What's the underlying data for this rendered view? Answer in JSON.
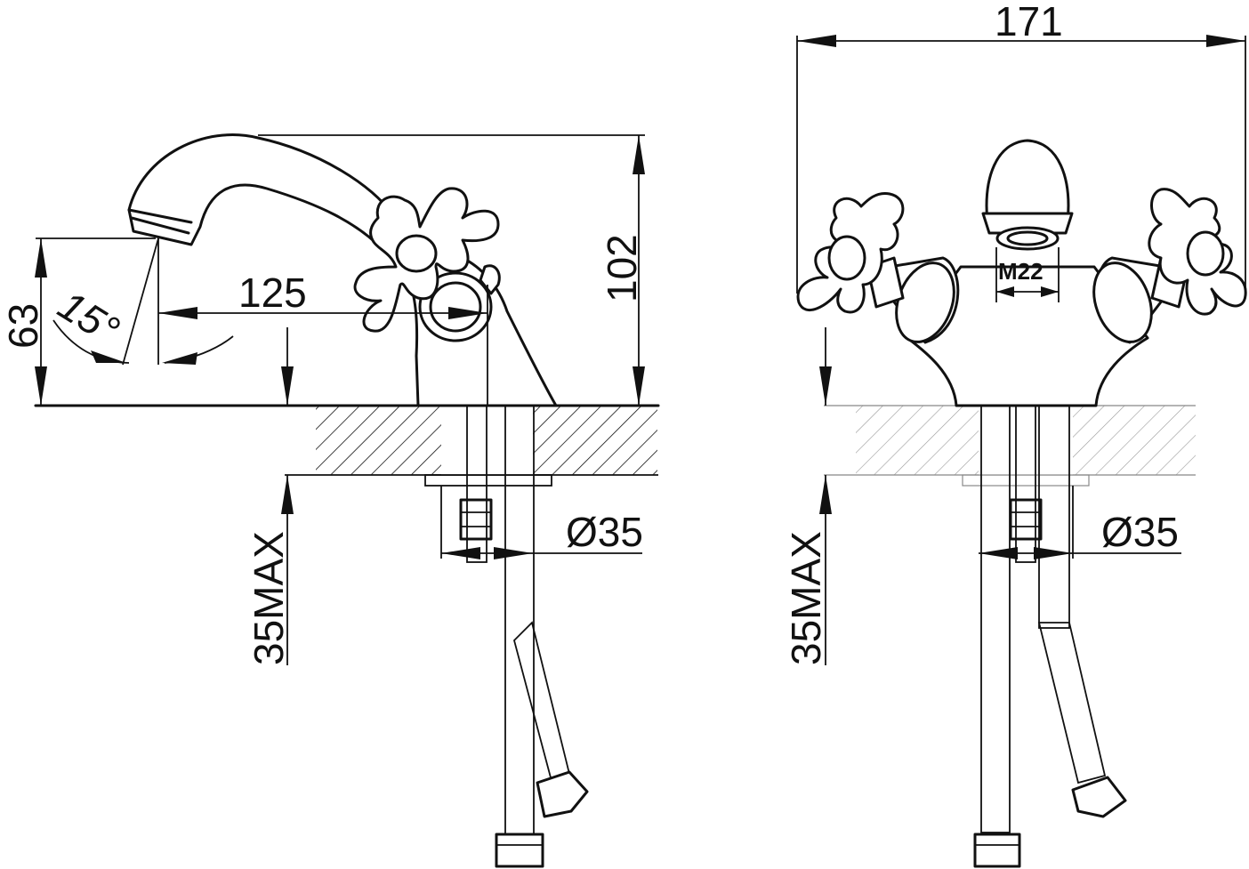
{
  "dimensions": {
    "side_height_total": "102",
    "spout_reach": "125",
    "spout_height": "63",
    "spout_angle": "15°",
    "max_deck_thickness_side": "35MAX",
    "hole_diameter_side": "Ø35",
    "overall_width": "171",
    "thread_size": "M22",
    "max_deck_thickness_front": "35MAX",
    "hole_diameter_front": "Ø35"
  },
  "colors": {
    "line": "#111111",
    "deck_hatch_side": "#111111",
    "deck_hatch_front": "#999999",
    "background": "#ffffff"
  }
}
